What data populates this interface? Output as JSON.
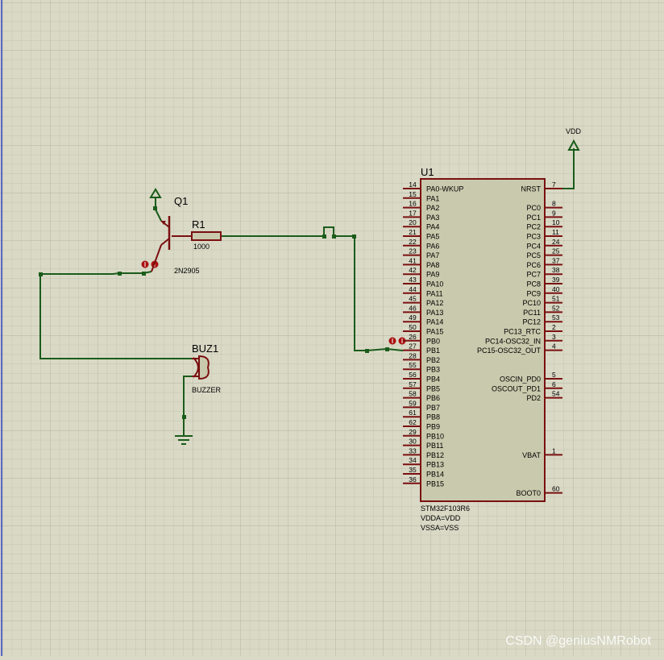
{
  "colors": {
    "background": "#d9d9c6",
    "grid_minor": "#c6c6b4",
    "grid_major": "#b6b6a4",
    "wire": "#1a5c1a",
    "component": "#7a1010",
    "chip_fill": "#c9c9ad",
    "junction_red": "#aa1010",
    "text": "#000000"
  },
  "components": {
    "q1": {
      "ref": "Q1",
      "value": "2N2905"
    },
    "r1": {
      "ref": "R1",
      "value": "1000"
    },
    "buz1": {
      "ref": "BUZ1",
      "value": "BUZZER"
    },
    "vdd": {
      "label": "VDD"
    },
    "u1": {
      "ref": "U1",
      "part": "STM32F103R6",
      "props": [
        "VDDA=VDD",
        "VSSA=VSS"
      ],
      "left_pins": [
        {
          "num": "14",
          "name": "PA0-WKUP"
        },
        {
          "num": "15",
          "name": "PA1"
        },
        {
          "num": "16",
          "name": "PA2"
        },
        {
          "num": "17",
          "name": "PA3"
        },
        {
          "num": "20",
          "name": "PA4"
        },
        {
          "num": "21",
          "name": "PA5"
        },
        {
          "num": "22",
          "name": "PA6"
        },
        {
          "num": "23",
          "name": "PA7"
        },
        {
          "num": "41",
          "name": "PA8"
        },
        {
          "num": "42",
          "name": "PA9"
        },
        {
          "num": "43",
          "name": "PA10"
        },
        {
          "num": "44",
          "name": "PA11"
        },
        {
          "num": "45",
          "name": "PA12"
        },
        {
          "num": "46",
          "name": "PA13"
        },
        {
          "num": "49",
          "name": "PA14"
        },
        {
          "num": "50",
          "name": "PA15"
        },
        {
          "num": "26",
          "name": "PB0"
        },
        {
          "num": "27",
          "name": "PB1"
        },
        {
          "num": "28",
          "name": "PB2"
        },
        {
          "num": "55",
          "name": "PB3"
        },
        {
          "num": "56",
          "name": "PB4"
        },
        {
          "num": "57",
          "name": "PB5"
        },
        {
          "num": "58",
          "name": "PB6"
        },
        {
          "num": "59",
          "name": "PB7"
        },
        {
          "num": "61",
          "name": "PB8"
        },
        {
          "num": "62",
          "name": "PB9"
        },
        {
          "num": "29",
          "name": "PB10"
        },
        {
          "num": "30",
          "name": "PB11"
        },
        {
          "num": "33",
          "name": "PB12"
        },
        {
          "num": "34",
          "name": "PB13"
        },
        {
          "num": "35",
          "name": "PB14"
        },
        {
          "num": "36",
          "name": "PB15"
        }
      ],
      "right_pins": [
        {
          "num": "7",
          "name": "NRST",
          "slot": 0
        },
        {
          "num": "8",
          "name": "PC0",
          "slot": 2
        },
        {
          "num": "9",
          "name": "PC1",
          "slot": 3
        },
        {
          "num": "10",
          "name": "PC2",
          "slot": 4
        },
        {
          "num": "11",
          "name": "PC3",
          "slot": 5
        },
        {
          "num": "24",
          "name": "PC4",
          "slot": 6
        },
        {
          "num": "25",
          "name": "PC5",
          "slot": 7
        },
        {
          "num": "37",
          "name": "PC6",
          "slot": 8
        },
        {
          "num": "38",
          "name": "PC7",
          "slot": 9
        },
        {
          "num": "39",
          "name": "PC8",
          "slot": 10
        },
        {
          "num": "40",
          "name": "PC9",
          "slot": 11
        },
        {
          "num": "51",
          "name": "PC10",
          "slot": 12
        },
        {
          "num": "52",
          "name": "PC11",
          "slot": 13
        },
        {
          "num": "53",
          "name": "PC12",
          "slot": 14
        },
        {
          "num": "2",
          "name": "PC13_RTC",
          "slot": 15
        },
        {
          "num": "3",
          "name": "PC14-OSC32_IN",
          "slot": 16
        },
        {
          "num": "4",
          "name": "PC15-OSC32_OUT",
          "slot": 17
        },
        {
          "num": "5",
          "name": "OSCIN_PD0",
          "slot": 20
        },
        {
          "num": "6",
          "name": "OSCOUT_PD1",
          "slot": 21
        },
        {
          "num": "54",
          "name": "PD2",
          "slot": 22
        },
        {
          "num": "1",
          "name": "VBAT",
          "slot": 28
        },
        {
          "num": "60",
          "name": "BOOT0",
          "slot": 32
        }
      ]
    }
  },
  "watermark": "CSDN @geniusNMRobot"
}
